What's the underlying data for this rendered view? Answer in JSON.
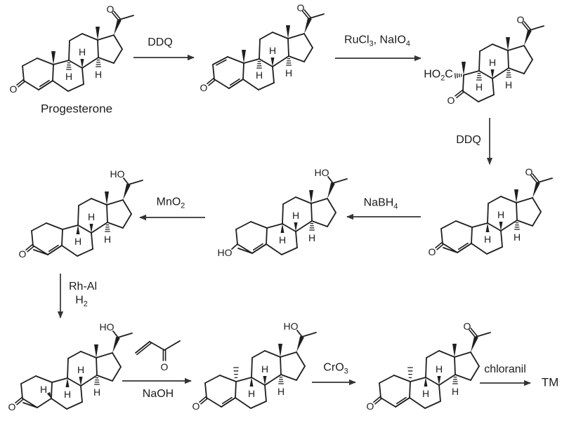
{
  "scheme": {
    "starting_material_label": "Progesterone",
    "product_label": "TM",
    "atoms": {
      "oxygen": "O",
      "hydroxyl": "HO",
      "hydrogen": "H",
      "carboxyl": "HO2C"
    },
    "steps": [
      {
        "reagent": "DDQ",
        "direction": "right"
      },
      {
        "reagent": "RuCl3, NaIO4",
        "direction": "right"
      },
      {
        "reagent": "DDQ",
        "direction": "down"
      },
      {
        "reagent": "NaBH4",
        "direction": "left"
      },
      {
        "reagent": "MnO2",
        "direction": "left"
      },
      {
        "reagent": "Rh-Al",
        "reagent_line2": "H2",
        "direction": "down"
      },
      {
        "reagent": "NaOH",
        "direction": "right"
      },
      {
        "reagent": "CrO3",
        "direction": "right"
      },
      {
        "reagent": "chloranil",
        "direction": "right"
      }
    ]
  }
}
